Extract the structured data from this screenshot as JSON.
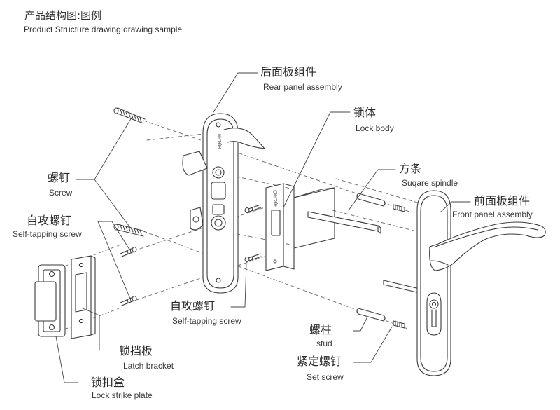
{
  "title": {
    "zh": "产品结构图:图例",
    "en": "Product Structure drawing:drawing sample"
  },
  "labels": {
    "rear_panel": {
      "zh": "后面板组件",
      "en": "Rear panel assembly"
    },
    "lock_body": {
      "zh": "锁体",
      "en": "Lock body"
    },
    "spindle": {
      "zh": "方条",
      "en": "Suqare spindle"
    },
    "front_panel": {
      "zh": "前面板组件",
      "en": "Front panel assembly"
    },
    "screw": {
      "zh": "螺钉",
      "en": "Screw"
    },
    "self_tap_left": {
      "zh": "自攻螺钉",
      "en": "Self-tapping screw"
    },
    "self_tap_mid": {
      "zh": "自攻螺钉",
      "en": "Self-tapping screw"
    },
    "stud": {
      "zh": "螺柱",
      "en": "stud"
    },
    "set_screw": {
      "zh": "紧定螺钉",
      "en": "Set screw"
    },
    "latch_bracket": {
      "zh": "锁挡板",
      "en": "Latch bracket"
    },
    "strike_plate": {
      "zh": "锁扣盒",
      "en": "Lock strike plate"
    }
  },
  "panel_marking": "HIJKLMN"
}
